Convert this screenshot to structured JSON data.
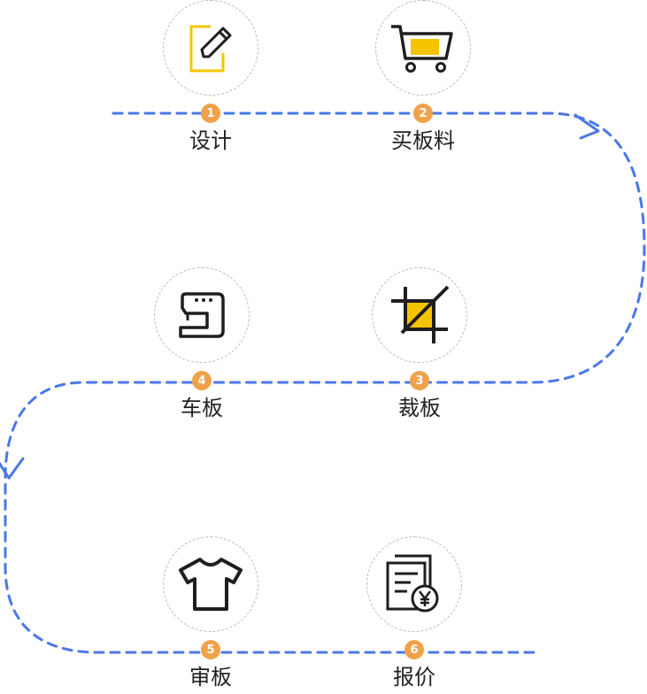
{
  "colors": {
    "flow_line": "#4a78e8",
    "badge": "#f0a24a",
    "icon_accent": "#f5c400",
    "icon_stroke": "#1e1e1e"
  },
  "steps": [
    {
      "number": "1",
      "label": "设计",
      "icon": "pencil-edit-icon"
    },
    {
      "number": "2",
      "label": "买板料",
      "icon": "shopping-cart-icon"
    },
    {
      "number": "3",
      "label": "裁板",
      "icon": "crop-icon"
    },
    {
      "number": "4",
      "label": "车板",
      "icon": "sewing-machine-icon"
    },
    {
      "number": "5",
      "label": "审板",
      "icon": "tshirt-icon"
    },
    {
      "number": "6",
      "label": "报价",
      "icon": "invoice-yen-icon"
    }
  ]
}
